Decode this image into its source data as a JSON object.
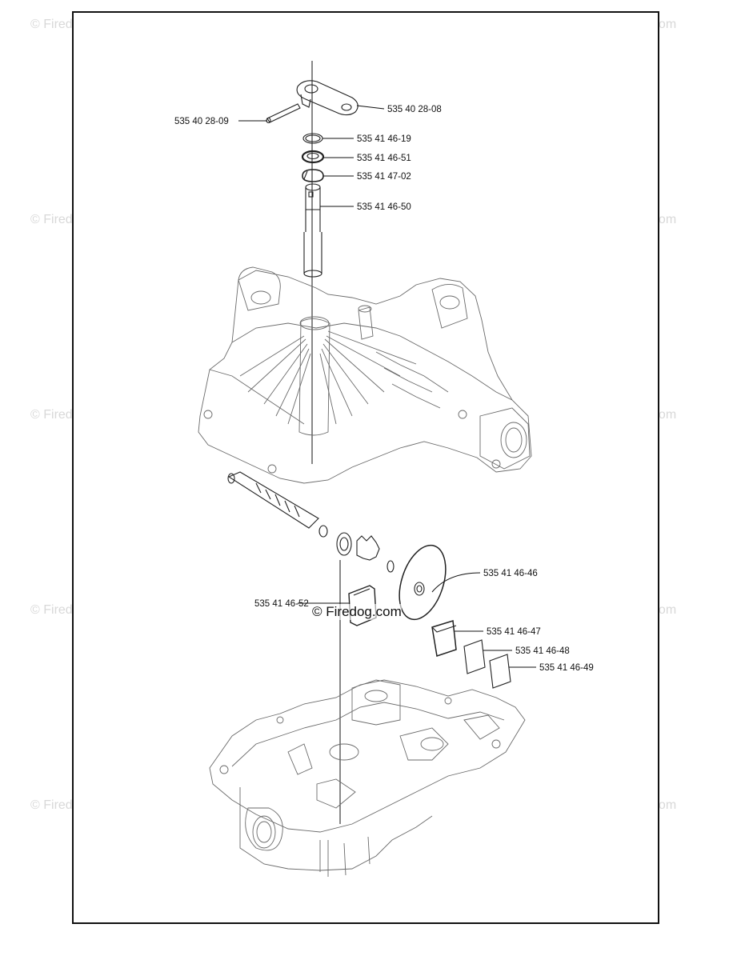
{
  "watermark": {
    "text": "© Firedog.com",
    "center_text": "© Firedog.com"
  },
  "labels": {
    "p1": "535 40 28-09",
    "p2": "535 40 28-08",
    "p3": "535 41 46-19",
    "p4": "535 41 46-51",
    "p5": "535 41 47-02",
    "p6": "535 41 46-50",
    "p7": "535 41 46-46",
    "p8": "535 41 46-52",
    "p9": "535 41 46-47",
    "p10": "535 41 46-48",
    "p11": "535 41 46-49"
  }
}
